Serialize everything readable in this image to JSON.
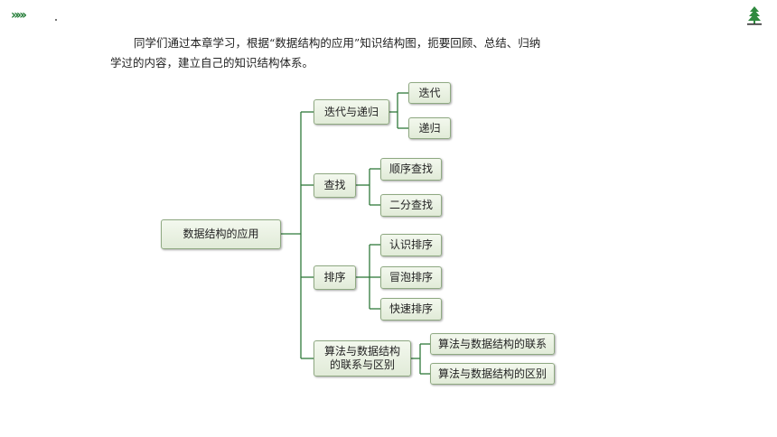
{
  "header": {
    "chevrons": "»»›",
    "logo_icon": "tree-icon"
  },
  "intro": {
    "line1": "同学们通过本章学习，根据“数据结构的应用”知识结构图，扼要回顾、总结、归纳",
    "line2": "学过的内容，建立自己的知识结构体系。"
  },
  "colors": {
    "connector": "#2f7a3a",
    "node_border": "#8fa982",
    "node_fill": "#e4eddb",
    "chevron": "#1f7a33"
  },
  "diagram": {
    "root": "数据结构的应用",
    "branches": [
      {
        "label": "迭代与递归",
        "children": [
          "迭代",
          "递归"
        ]
      },
      {
        "label": "查找",
        "children": [
          "顺序查找",
          "二分查找"
        ]
      },
      {
        "label": "排序",
        "children": [
          "认识排序",
          "冒泡排序",
          "快速排序"
        ]
      },
      {
        "label": "算法与数据结构的联系与区别",
        "label_lines": [
          "算法与数据结构",
          "的联系与区别"
        ],
        "children": [
          "算法与数据结构的联系",
          "算法与数据结构的区别"
        ]
      }
    ]
  }
}
